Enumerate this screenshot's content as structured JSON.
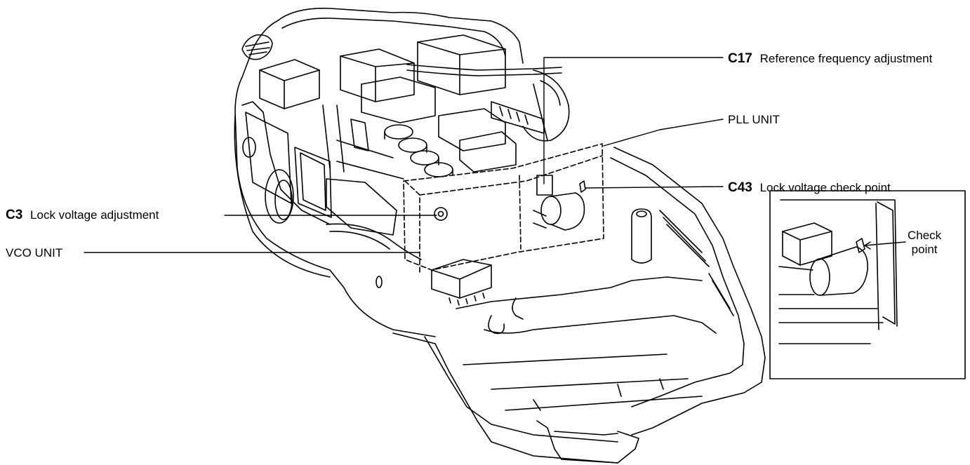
{
  "callouts": {
    "c17": {
      "code": "C17",
      "text": "Reference frequency adjustment"
    },
    "pll": {
      "text": "PLL UNIT"
    },
    "c43": {
      "code": "C43",
      "text": "Lock voltage check point"
    },
    "c3": {
      "code": "C3",
      "text": "Lock voltage adjustment"
    },
    "vco": {
      "text": "VCO UNIT"
    }
  },
  "inset": {
    "label_line1": "Check",
    "label_line2": "point"
  }
}
